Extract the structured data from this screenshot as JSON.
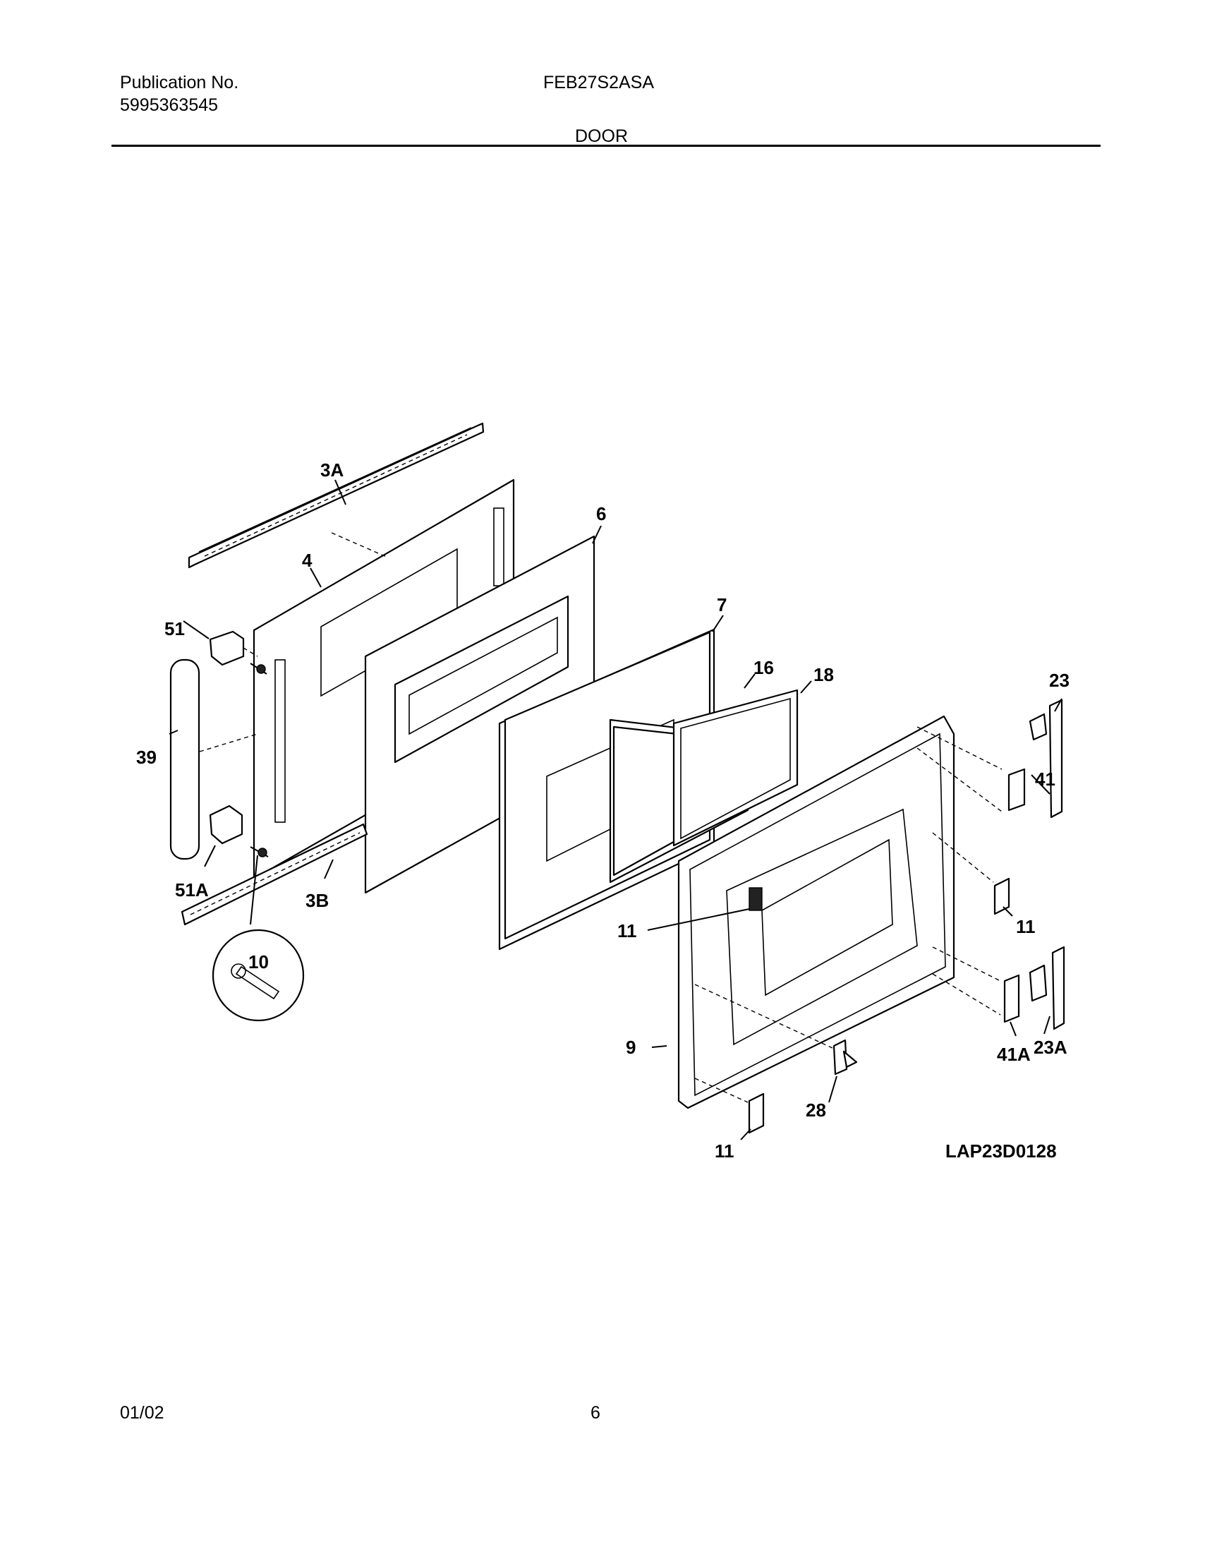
{
  "header": {
    "publication_label": "Publication No.",
    "publication_number": "5995363545",
    "model": "FEB27S2ASA",
    "section": "DOOR"
  },
  "diagram": {
    "drawing_code": "LAP23D0128",
    "callouts": {
      "c3A": "3A",
      "c4": "4",
      "c6": "6",
      "c7": "7",
      "c16": "16",
      "c18": "18",
      "c23": "23",
      "c51": "51",
      "c39": "39",
      "c41": "41",
      "c51A": "51A",
      "c3B": "3B",
      "c11a": "11",
      "c11b": "11",
      "c10": "10",
      "c23A": "23A",
      "c9": "9",
      "c41A": "41A",
      "c28": "28",
      "c11c": "11"
    }
  },
  "footer": {
    "date": "01/02",
    "page": "6"
  }
}
